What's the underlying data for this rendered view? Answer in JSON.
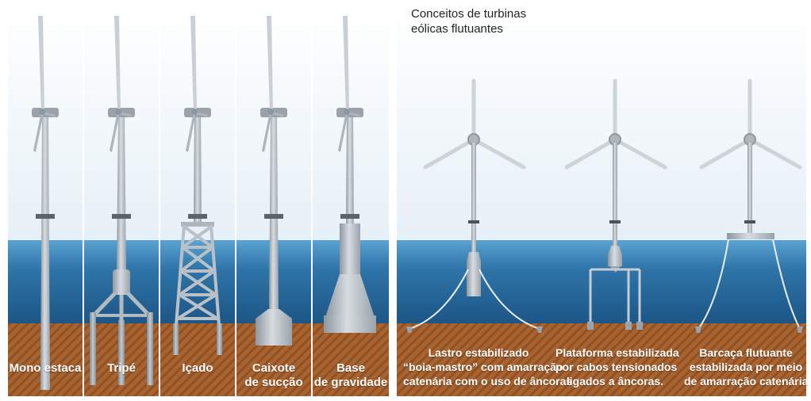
{
  "title": {
    "line1": "Conceitos de turbinas",
    "line2": "eólicas flutuantes"
  },
  "fixed_labels": [
    {
      "line1": "Mono estaca",
      "line2": ""
    },
    {
      "line1": "Tripé",
      "line2": ""
    },
    {
      "line1": "Içado",
      "line2": ""
    },
    {
      "line1": "Caixote",
      "line2": "de sucção"
    },
    {
      "line1": "Base",
      "line2": "de gravidade"
    }
  ],
  "floating_labels": [
    {
      "line1": "Lastro estabilizado",
      "line2": "“boia-mastro” com amarração",
      "line3": "catenária com o uso de âncoras"
    },
    {
      "line1": "Plataforma estabilizada",
      "line2": "por cabos tensionados",
      "line3": "ligados a âncoras."
    },
    {
      "line1": "Barcaça flutuante",
      "line2": "estabilizada por meio",
      "line3": "de amarração catenária"
    }
  ],
  "colors": {
    "sky": "#eef5fa",
    "sea_top": "#4e98c8",
    "sea_bottom": "#1f5d8e",
    "seabed": "#a25f2e",
    "tower": "#b9c0c6",
    "label_text": "#ffffff"
  }
}
